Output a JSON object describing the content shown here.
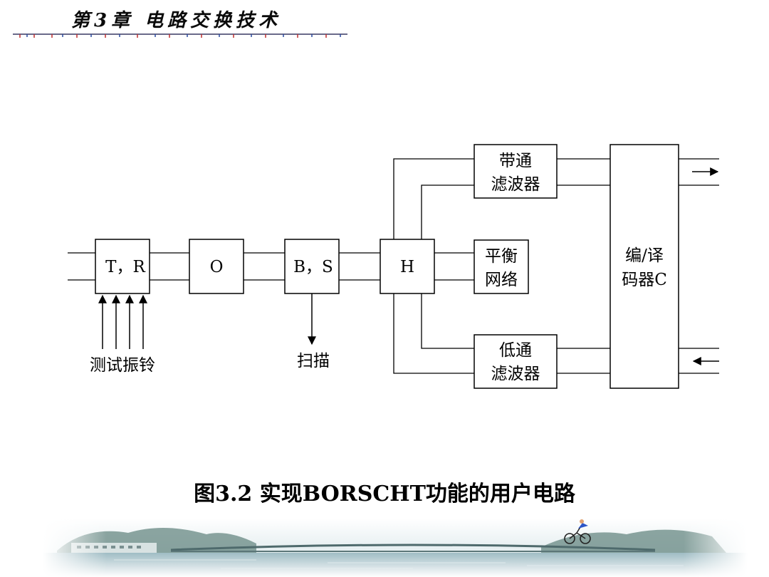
{
  "header": {
    "chapter_title": "第3章  电路交换技术"
  },
  "diagram": {
    "blocks": {
      "tr": "T，R",
      "o": "O",
      "bs": "B，S",
      "h": "H",
      "bandpass_line1": "带通",
      "bandpass_line2": "滤波器",
      "balance_line1": "平衡",
      "balance_line2": "网络",
      "lowpass_line1": "低通",
      "lowpass_line2": "滤波器",
      "codec_line1": "编/译",
      "codec_line2": "码器C"
    },
    "labels": {
      "test_ring": "测试振铃",
      "scan": "扫描"
    }
  },
  "caption": "图3.2  实现BORSCHT功能的用户电路",
  "colors": {
    "line": "#000000",
    "background": "#ffffff",
    "banner_sky": "#cfe0e4",
    "banner_water": "#7fa3ad"
  }
}
